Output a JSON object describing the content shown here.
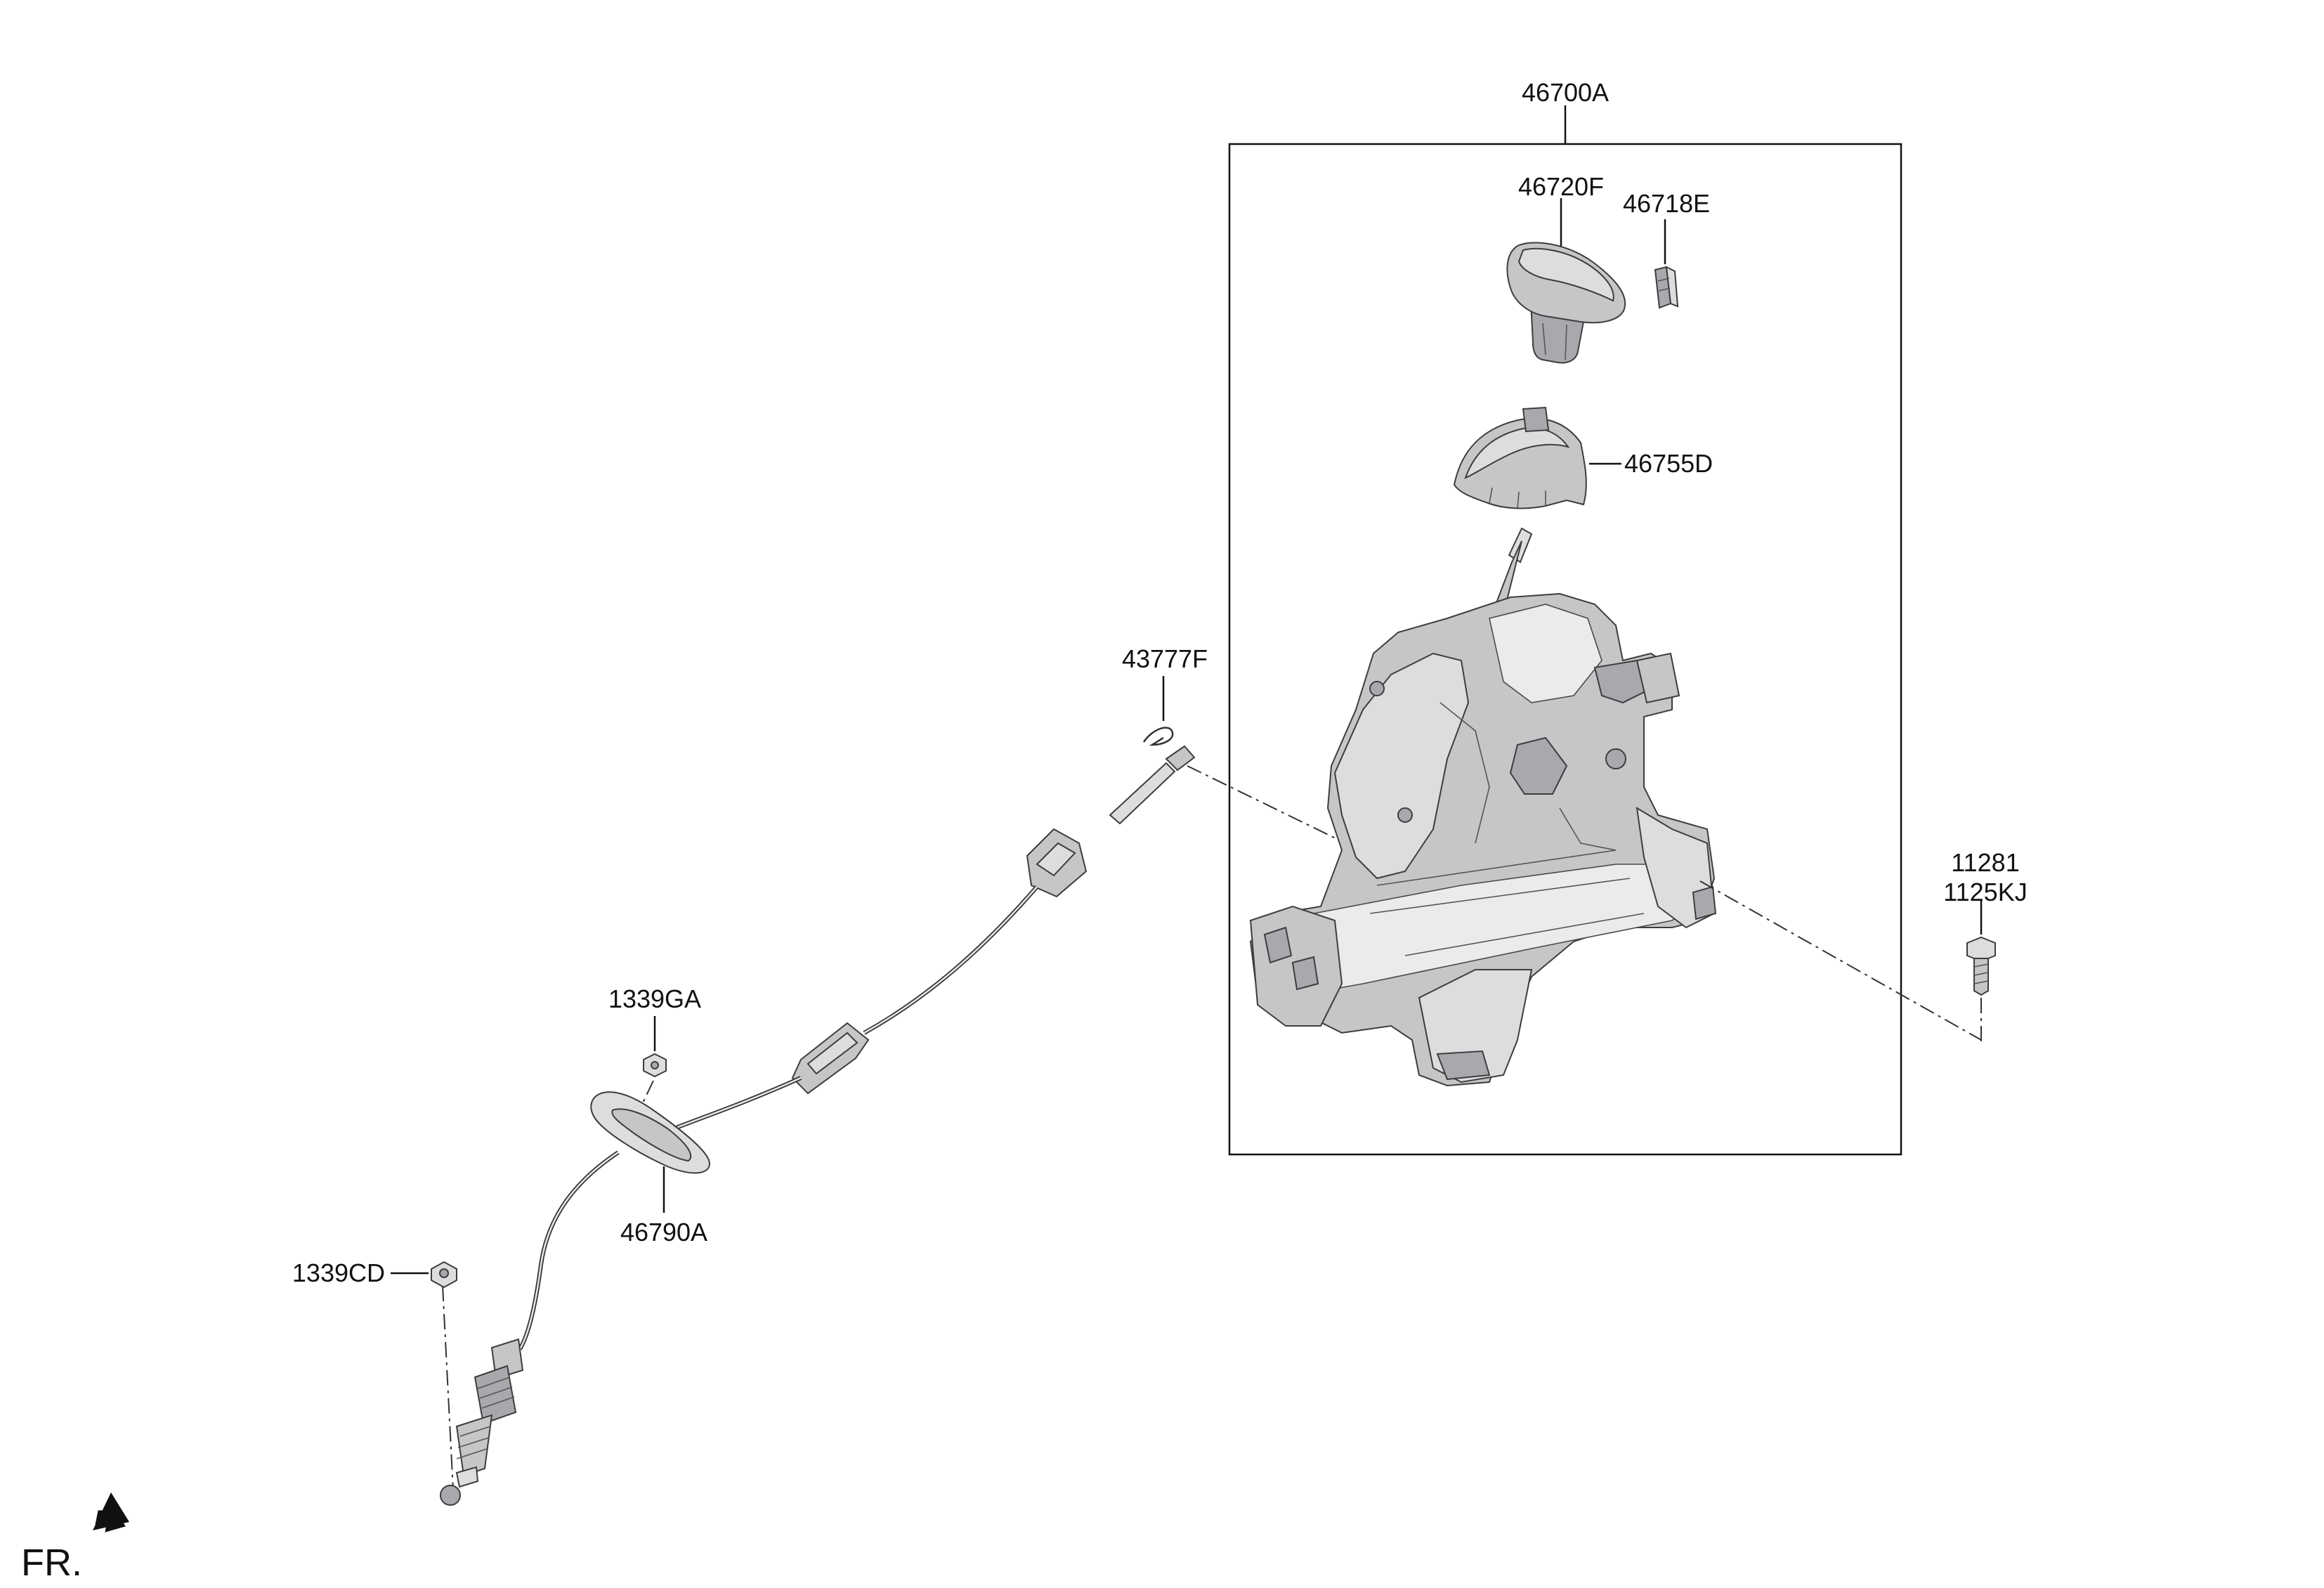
{
  "parts": {
    "p46700A": "46700A",
    "p46720F": "46720F",
    "p46718E": "46718E",
    "p46755D": "46755D",
    "p43777F": "43777F",
    "p11281": "11281",
    "p1125KJ": "1125KJ",
    "p1339GA": "1339GA",
    "p46790A": "46790A",
    "p1339CD": "1339CD"
  },
  "front_indicator": "FR."
}
